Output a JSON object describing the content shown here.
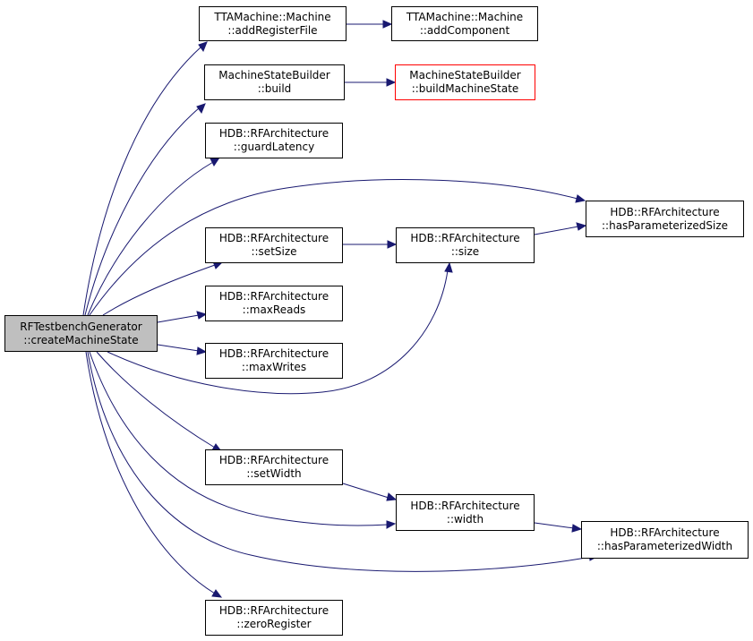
{
  "colors": {
    "edge": "#191970",
    "root_fill": "#bfbfbf",
    "missing_border": "#ff0000"
  },
  "nodes": {
    "root": {
      "line1": "RFTestbenchGenerator",
      "line2": "::createMachineState"
    },
    "add_register_file": {
      "line1": "TTAMachine::Machine",
      "line2": "::addRegisterFile"
    },
    "add_component": {
      "line1": "TTAMachine::Machine",
      "line2": "::addComponent"
    },
    "msb_build": {
      "line1": "MachineStateBuilder",
      "line2": "::build"
    },
    "msb_build_machine_state": {
      "line1": "MachineStateBuilder",
      "line2": "::buildMachineState"
    },
    "guard_latency": {
      "line1": "HDB::RFArchitecture",
      "line2": "::guardLatency"
    },
    "has_parameterized_size": {
      "line1": "HDB::RFArchitecture",
      "line2": "::hasParameterizedSize"
    },
    "set_size": {
      "line1": "HDB::RFArchitecture",
      "line2": "::setSize"
    },
    "size": {
      "line1": "HDB::RFArchitecture",
      "line2": "::size"
    },
    "max_reads": {
      "line1": "HDB::RFArchitecture",
      "line2": "::maxReads"
    },
    "max_writes": {
      "line1": "HDB::RFArchitecture",
      "line2": "::maxWrites"
    },
    "set_width": {
      "line1": "HDB::RFArchitecture",
      "line2": "::setWidth"
    },
    "width": {
      "line1": "HDB::RFArchitecture",
      "line2": "::width"
    },
    "has_parameterized_width": {
      "line1": "HDB::RFArchitecture",
      "line2": "::hasParameterizedWidth"
    },
    "zero_register": {
      "line1": "HDB::RFArchitecture",
      "line2": "::zeroRegister"
    }
  }
}
